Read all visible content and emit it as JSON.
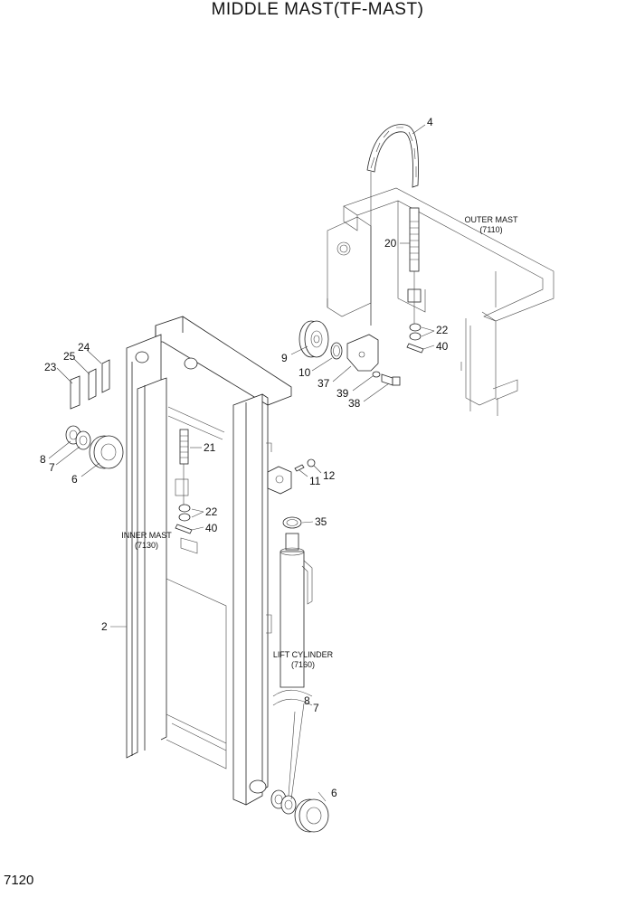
{
  "title": "MIDDLE MAST(TF-MAST)",
  "page_number": "7120",
  "callouts": {
    "c2": "2",
    "c4": "4",
    "c6a": "6",
    "c6b": "6",
    "c7a": "7",
    "c7b": "7",
    "c8a": "8",
    "c8b": "8",
    "c9": "9",
    "c10": "10",
    "c11": "11",
    "c12": "12",
    "c20": "20",
    "c21": "21",
    "c22a": "22",
    "c22b": "22",
    "c23": "23",
    "c24": "24",
    "c25": "25",
    "c35": "35",
    "c37": "37",
    "c38": "38",
    "c39": "39",
    "c40a": "40",
    "c40b": "40"
  },
  "assembly_labels": {
    "outer_mast": "OUTER MAST",
    "outer_mast_ref": "(7110)",
    "inner_mast": "INNER MAST",
    "inner_mast_ref": "(7130)",
    "lift_cylinder": "LIFT CYLINDER",
    "lift_cylinder_ref": "(7160)"
  }
}
